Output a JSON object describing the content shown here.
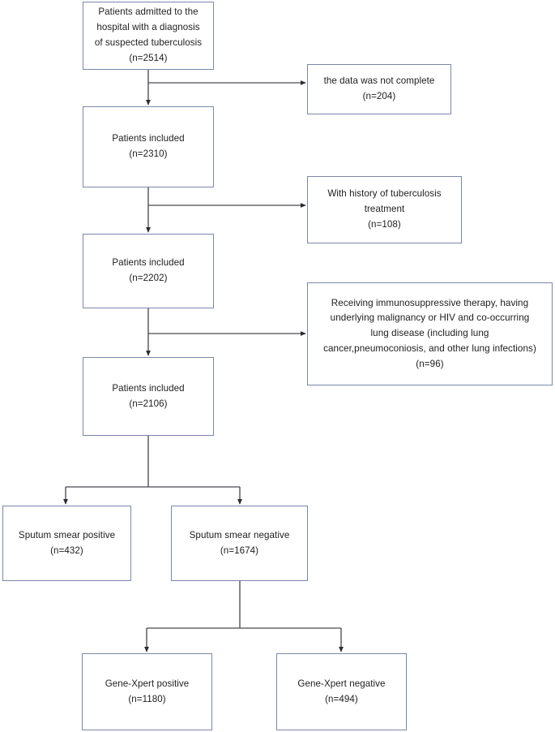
{
  "diagram": {
    "title": "Patient enrollment flow diagram",
    "type": "flowchart",
    "colors": {
      "box_border": "#7b86ab",
      "box_fill": "#ffffff",
      "connector": "#4a4a52",
      "text": "#1d1d20",
      "background": "#ffffff"
    }
  },
  "nodes": {
    "admitted": {
      "label": "Patients admitted to the\nhospital with a diagnosis\nof suspected tuberculosis\n(n=2514)",
      "n": 2514
    },
    "included_1": {
      "label": "Patients included\n(n=2310)",
      "n": 2310
    },
    "included_2": {
      "label": "Patients included\n(n=2202)",
      "n": 2202
    },
    "included_3": {
      "label": "Patients included\n(n=2106)",
      "n": 2106
    },
    "exclusion_1": {
      "label": "the data was not complete\n(n=204)",
      "n": 204
    },
    "exclusion_2": {
      "label": "With history of tuberculosis\ntreatment\n(n=108)",
      "n": 108
    },
    "exclusion_3": {
      "label": "Receiving immunosuppressive therapy, having\nunderlying malignancy or HIV and co-occurring\nlung disease (including lung\ncancer,pneumoconiosis, and other lung infections)\n(n=96)",
      "n": 96
    },
    "smear_positive": {
      "label": "Sputum smear positive\n(n=432)",
      "n": 432
    },
    "smear_negative": {
      "label": "Sputum smear negative\n(n=1674)",
      "n": 1674
    },
    "xpert_positive": {
      "label": "Gene-Xpert positive\n(n=1180)",
      "n": 1180
    },
    "xpert_negative": {
      "label": "Gene-Xpert negative\n(n=494)",
      "n": 494
    }
  },
  "edges": [
    {
      "from": "admitted",
      "to": "included_1",
      "kind": "down-arrow"
    },
    {
      "from": "admitted",
      "to": "exclusion_1",
      "kind": "branch-right-arrow"
    },
    {
      "from": "included_1",
      "to": "included_2",
      "kind": "down-arrow"
    },
    {
      "from": "included_1",
      "to": "exclusion_2",
      "kind": "branch-right-arrow"
    },
    {
      "from": "included_2",
      "to": "included_3",
      "kind": "down-arrow"
    },
    {
      "from": "included_2",
      "to": "exclusion_3",
      "kind": "branch-right-arrow"
    },
    {
      "from": "included_3",
      "to": "smear_positive",
      "kind": "fork-down-arrow"
    },
    {
      "from": "included_3",
      "to": "smear_negative",
      "kind": "fork-down-arrow"
    },
    {
      "from": "smear_negative",
      "to": "xpert_positive",
      "kind": "fork-down-arrow"
    },
    {
      "from": "smear_negative",
      "to": "xpert_negative",
      "kind": "fork-down-arrow"
    }
  ]
}
